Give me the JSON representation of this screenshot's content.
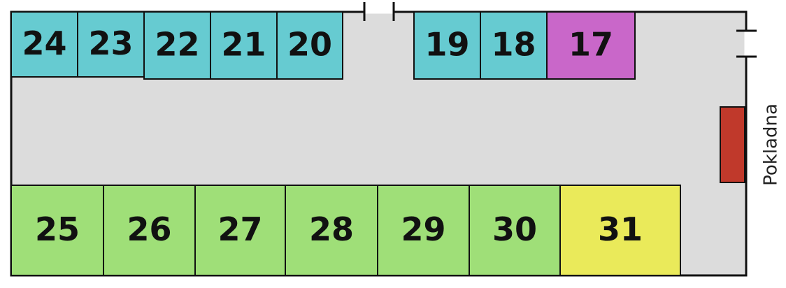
{
  "colors": {
    "floor": "#dcdcdc",
    "outline": "#111111",
    "teal": "#66cbd1",
    "purple": "#c967c9",
    "green": "#9fdf78",
    "yellow": "#eaea5a",
    "cashier": "#c0392b"
  },
  "stalls": [
    {
      "id": "stall-24",
      "label": "24",
      "color": "teal"
    },
    {
      "id": "stall-23",
      "label": "23",
      "color": "teal"
    },
    {
      "id": "stall-22",
      "label": "22",
      "color": "teal"
    },
    {
      "id": "stall-21",
      "label": "21",
      "color": "teal"
    },
    {
      "id": "stall-20",
      "label": "20",
      "color": "teal"
    },
    {
      "id": "stall-19",
      "label": "19",
      "color": "teal"
    },
    {
      "id": "stall-18",
      "label": "18",
      "color": "teal"
    },
    {
      "id": "stall-17",
      "label": "17",
      "color": "purple"
    },
    {
      "id": "stall-25",
      "label": "25",
      "color": "green"
    },
    {
      "id": "stall-26",
      "label": "26",
      "color": "green"
    },
    {
      "id": "stall-27",
      "label": "27",
      "color": "green"
    },
    {
      "id": "stall-28",
      "label": "28",
      "color": "green"
    },
    {
      "id": "stall-29",
      "label": "29",
      "color": "green"
    },
    {
      "id": "stall-30",
      "label": "30",
      "color": "green"
    },
    {
      "id": "stall-31",
      "label": "31",
      "color": "yellow"
    }
  ],
  "cashier": {
    "label": "Pokladna"
  }
}
